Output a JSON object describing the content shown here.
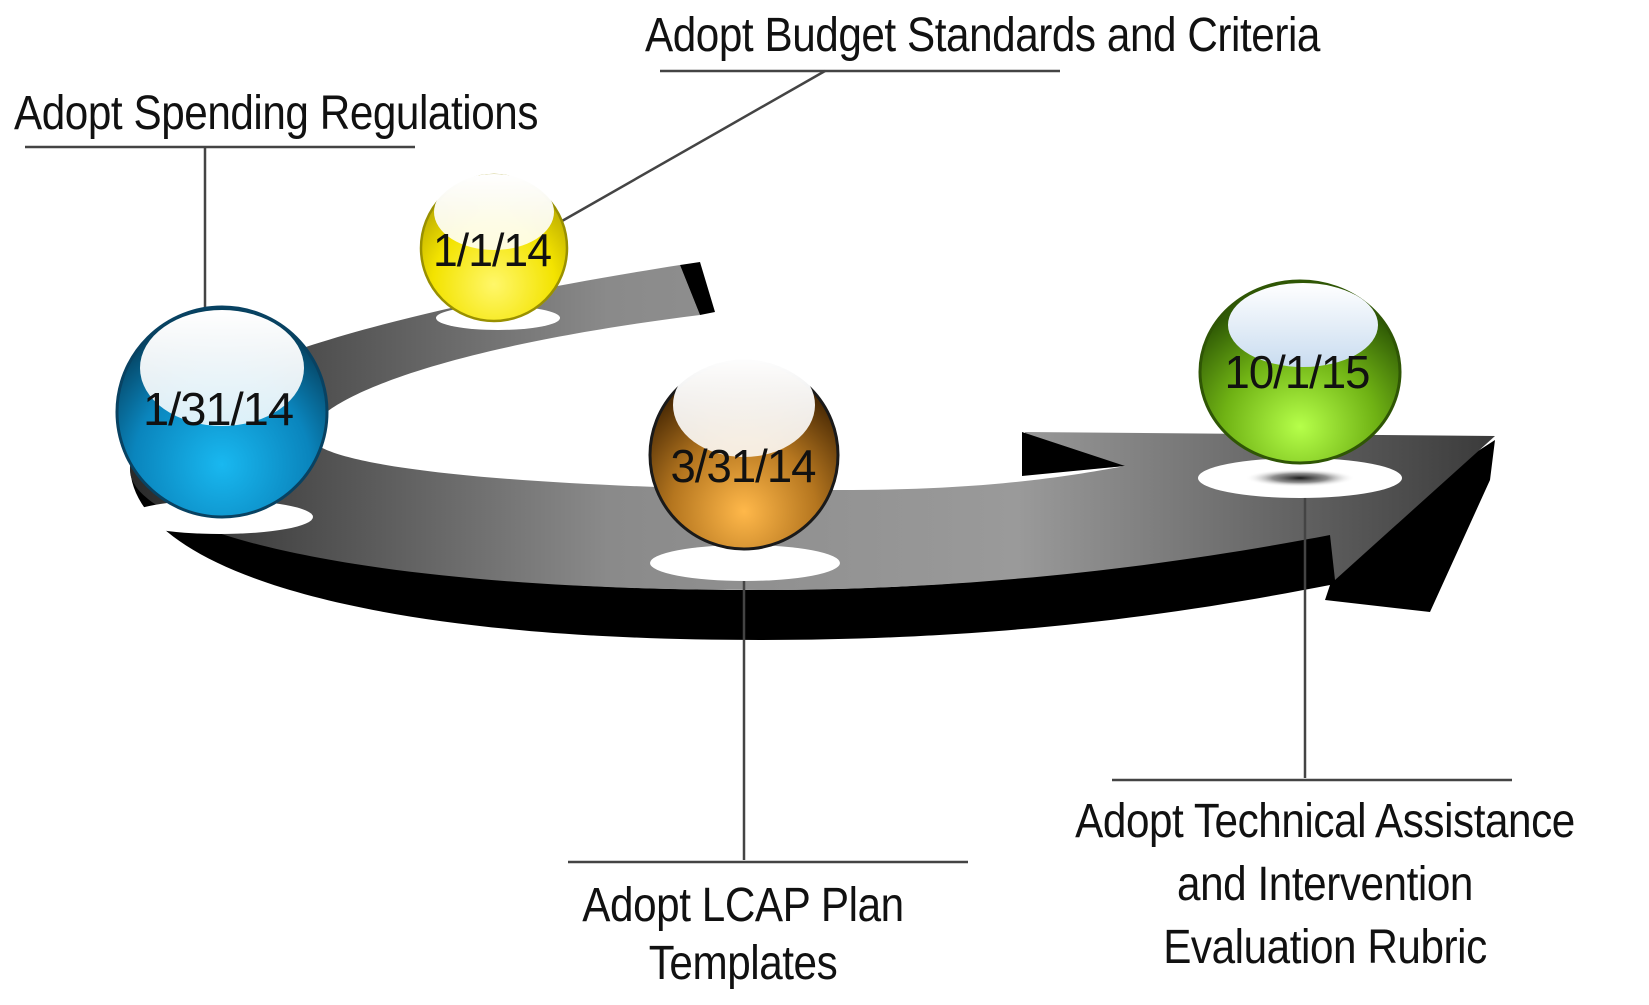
{
  "milestones": [
    {
      "date": "1/31/14",
      "label": "Adopt Spending Regulations",
      "color": "#0b7fb5"
    },
    {
      "date": "1/1/14",
      "label": "Adopt Budget Standards and Criteria",
      "color": "#f5e600"
    },
    {
      "date": "3/31/14",
      "label_lines": [
        "Adopt LCAP Plan",
        "Templates"
      ],
      "color": "#a86a1c"
    },
    {
      "date": "10/1/15",
      "label_lines": [
        "Adopt Technical Assistance",
        "and Intervention",
        "Evaluation Rubric"
      ],
      "color": "#6fb214"
    }
  ],
  "colors": {
    "arrow_top": "#6e6e6e",
    "arrow_side": "#000000",
    "leader": "#444444"
  }
}
